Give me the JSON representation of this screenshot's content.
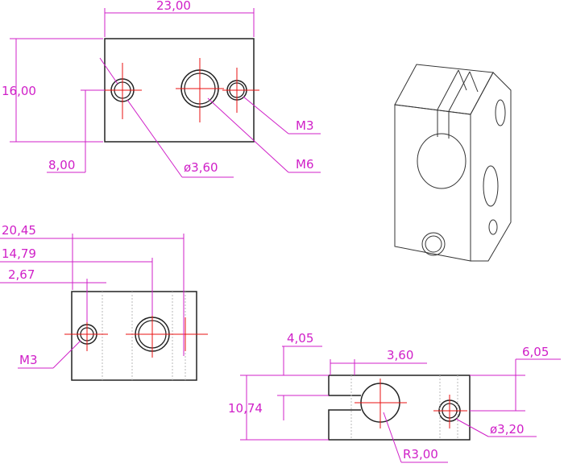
{
  "front_view": {
    "width_label": "23,00",
    "height_label": "16,00",
    "hole_offset_label": "8,00",
    "hole_dia_label": "ø3,60",
    "m6_label": "M6",
    "m3_label": "M3"
  },
  "top_view": {
    "dim1": "20,45",
    "dim2": "14,79",
    "dim3": "2,67",
    "m3_label": "M3"
  },
  "side_view": {
    "dim_405": "4,05",
    "dim_360": "3,60",
    "dim_605": "6,05",
    "height_label": "10,74",
    "radius_label": "R3,00",
    "hole_label": "ø3,20"
  }
}
